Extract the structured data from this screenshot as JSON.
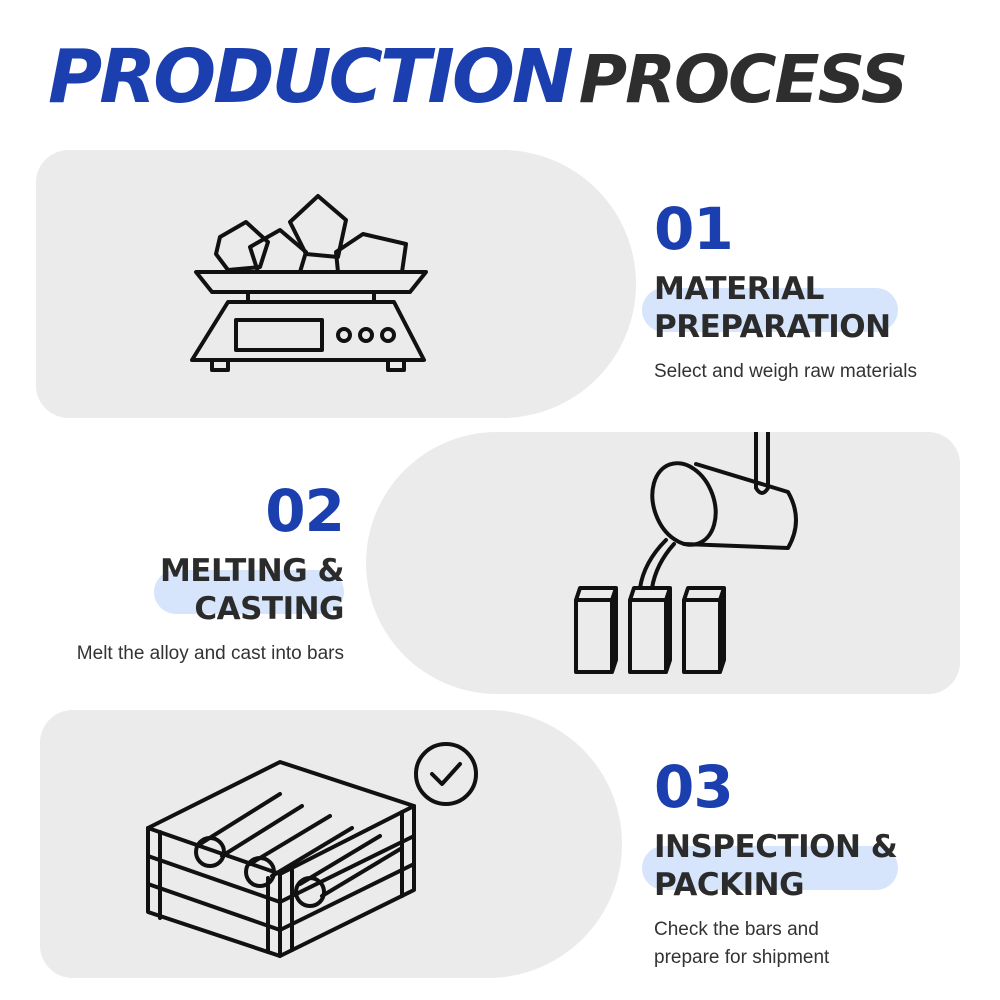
{
  "title": {
    "word1": "PRODUCTION",
    "word2": "PROCESS"
  },
  "steps": [
    {
      "number": "01",
      "heading_line1": "MATERIAL",
      "heading_line2": "PREPARATION",
      "description_line1": "Select and weigh raw materials",
      "description_line2": "",
      "icon": "scale-with-raw-materials-icon"
    },
    {
      "number": "02",
      "heading_line1": "MELTING &",
      "heading_line2": "CASTING",
      "description_line1": "Melt the alloy and cast into bars",
      "description_line2": "",
      "icon": "crucible-pouring-icon"
    },
    {
      "number": "03",
      "heading_line1": "INSPECTION &",
      "heading_line2": "PACKING",
      "description_line1": "Check the bars and",
      "description_line2": "prepare for shipment",
      "icon": "crate-with-bars-icon"
    }
  ],
  "colors": {
    "accent_blue": "#1b3fae",
    "dark_text": "#2e2e2e",
    "panel_gray": "#ebebeb",
    "highlight": "#d6e5fb"
  }
}
